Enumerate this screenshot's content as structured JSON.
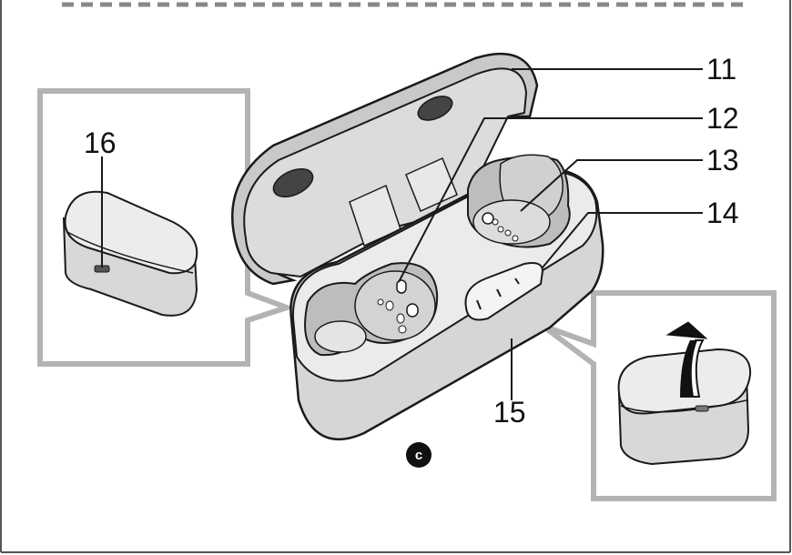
{
  "figure_badge": "c",
  "callouts": {
    "c11": "11",
    "c12": "12",
    "c13": "13",
    "c14": "14",
    "c15": "15",
    "c16": "16"
  },
  "colors": {
    "frame": "#555555",
    "inset_border": "#b3b3b3",
    "case_fill": "#d7d7d7",
    "case_light": "#ececec",
    "outline": "#1a1a1a"
  }
}
